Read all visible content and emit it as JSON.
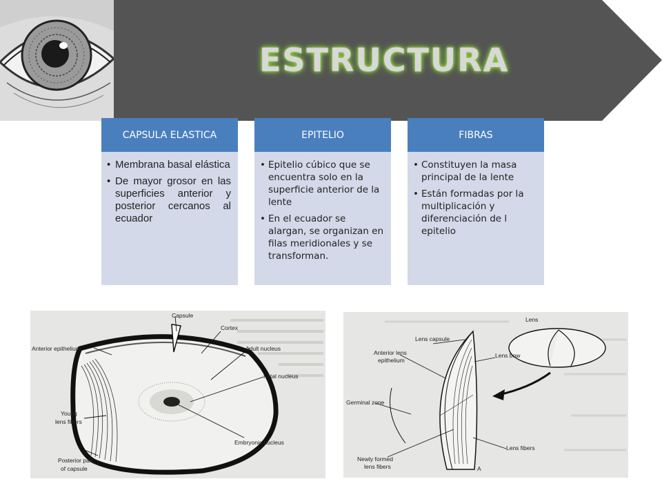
{
  "title": "ESTRUCTURA",
  "cards": [
    {
      "heading": "CAPSULA ELASTICA",
      "bullets": [
        "Membrana basal elástica",
        "De mayor grosor en las superficies anterior y posterior cercanos al ecuador"
      ]
    },
    {
      "heading": "EPITELIO",
      "bullets": [
        "Epitelio cúbico que se encuentra solo en la superficie anterior de la lente",
        "En el ecuador se alargan, se organizan en filas meridionales y se transforman."
      ]
    },
    {
      "heading": "FIBRAS",
      "bullets": [
        "Constituyen la masa principal de la lente",
        "Están formadas por la multiplicación y diferenciación de l epitelio"
      ]
    }
  ],
  "figure1": {
    "labels": {
      "capsule": "Capsule",
      "cortex": "Cortex",
      "anterior_epithelium": "Anterior epithelium",
      "adult_nucleus": "Adult nucleus",
      "fetal_nucleus": "Fetal nucleus",
      "young": "Young",
      "lens_fibers": "lens fibers",
      "embryonic_nucleus": "Embryonic nucleus",
      "posterior_part": "Posterior part",
      "of_capsule": "of capsule"
    }
  },
  "figure2": {
    "labels": {
      "lens": "Lens",
      "lens_capsule": "Lens capsule",
      "anterior_lens": "Anterior lens",
      "epithelium": "epithelium",
      "lens_bow": "Lens bow",
      "germinal_zone": "Germinal zone",
      "lens_fibers": "Lens fibers",
      "newly_formed": "Newly formed",
      "lens_fibers2": "lens fibers",
      "panel_letter": "A"
    }
  },
  "colors": {
    "banner": "#545454",
    "card_header": "#4a7fbe",
    "card_body": "#d3d9e8",
    "title_glow": "#7bc23a"
  },
  "icons": [
    "eye-illustration"
  ]
}
